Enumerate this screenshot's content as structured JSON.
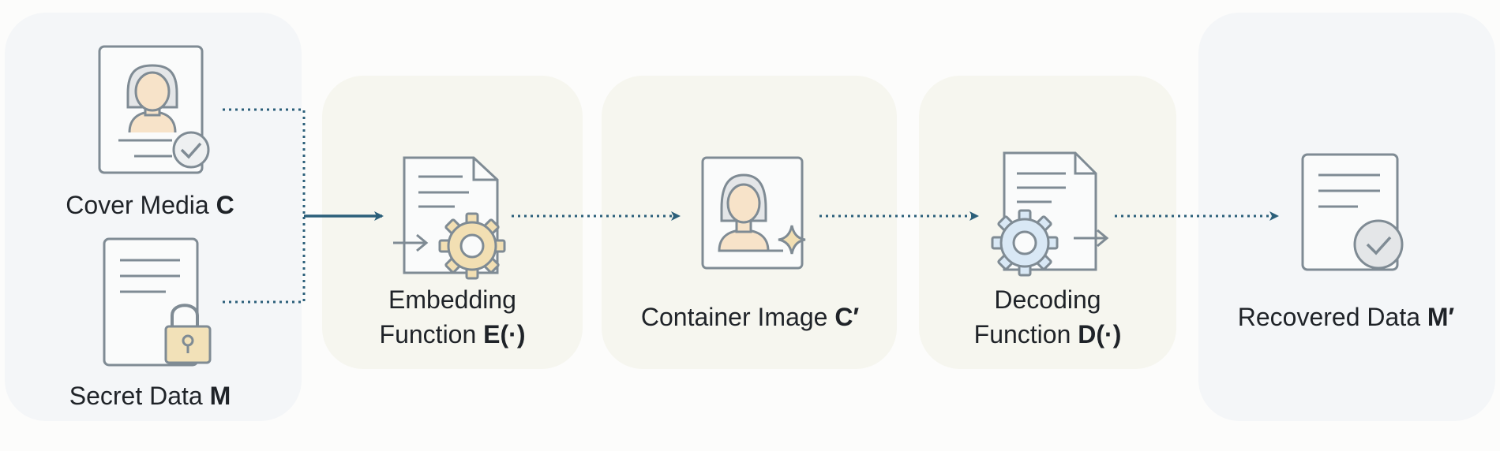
{
  "inputs": {
    "cover_label": "Cover Media",
    "cover_symbol": "C",
    "secret_label": "Secret Data",
    "secret_symbol": "M"
  },
  "embedding": {
    "label_line1": "Embedding",
    "label_line2": "Function",
    "symbol": "E(·)"
  },
  "container": {
    "label": "Container Image",
    "symbol": "C′"
  },
  "decoding": {
    "label_line1": "Decoding",
    "label_line2": "Function",
    "symbol": "D(·)"
  },
  "output": {
    "label": "Recovered Data",
    "symbol": "M′"
  },
  "colors": {
    "arrow": "#2b5f7a",
    "icon_stroke": "#7f8b94",
    "skin": "#f7e3c9",
    "hair": "#e4e6e8",
    "gear_embed": "#f2dfb3",
    "gear_decode": "#d9e8f5",
    "lock": "#f2e1b8"
  }
}
